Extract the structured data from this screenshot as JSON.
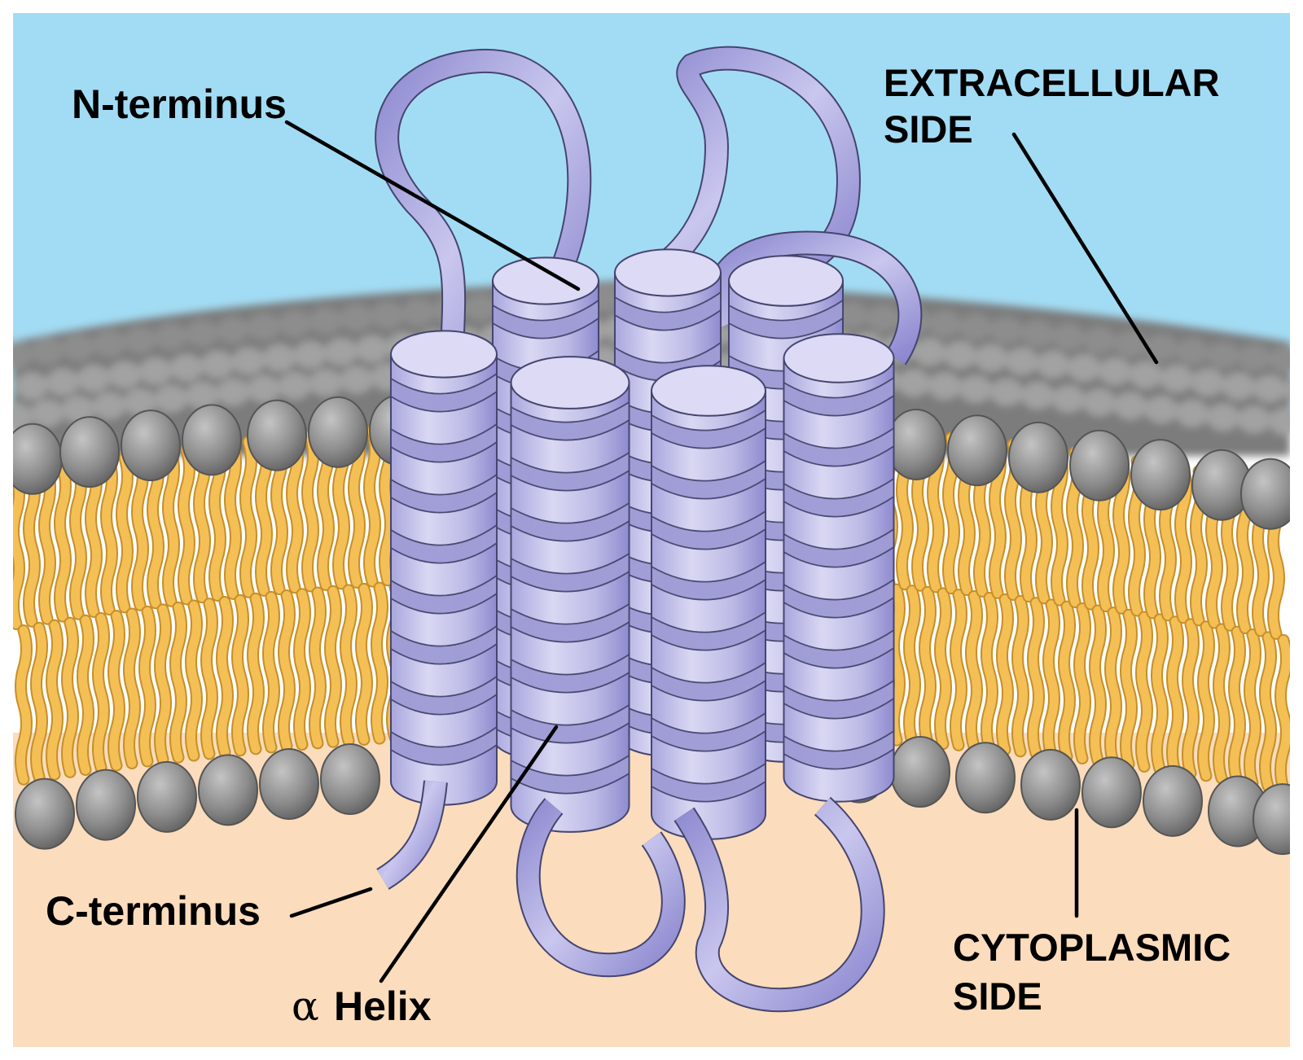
{
  "labels": {
    "n_terminus": "N-terminus",
    "c_terminus": "C-terminus",
    "alpha_symbol": "α",
    "helix": "Helix",
    "extracellular_line1": "EXTRACELLULAR",
    "extracellular_line2": "SIDE",
    "cytoplasmic_line1": "CYTOPLASMIC",
    "cytoplasmic_line2": "SIDE"
  },
  "colors": {
    "extracellular": "#a2dcf4",
    "cytoplasm": "#fbdcbc",
    "head_light": "#b6b6b6",
    "head_dark": "#6e6e6e",
    "head_outline": "#555555",
    "tail": "#f4bf55",
    "tail_dark": "#c58f2a",
    "helix_fill": "#c7c5e8",
    "helix_band": "#9f9cd6",
    "helix_dark": "#6b66b8",
    "helix_outline": "#45456e",
    "frame": "#ffffff"
  }
}
